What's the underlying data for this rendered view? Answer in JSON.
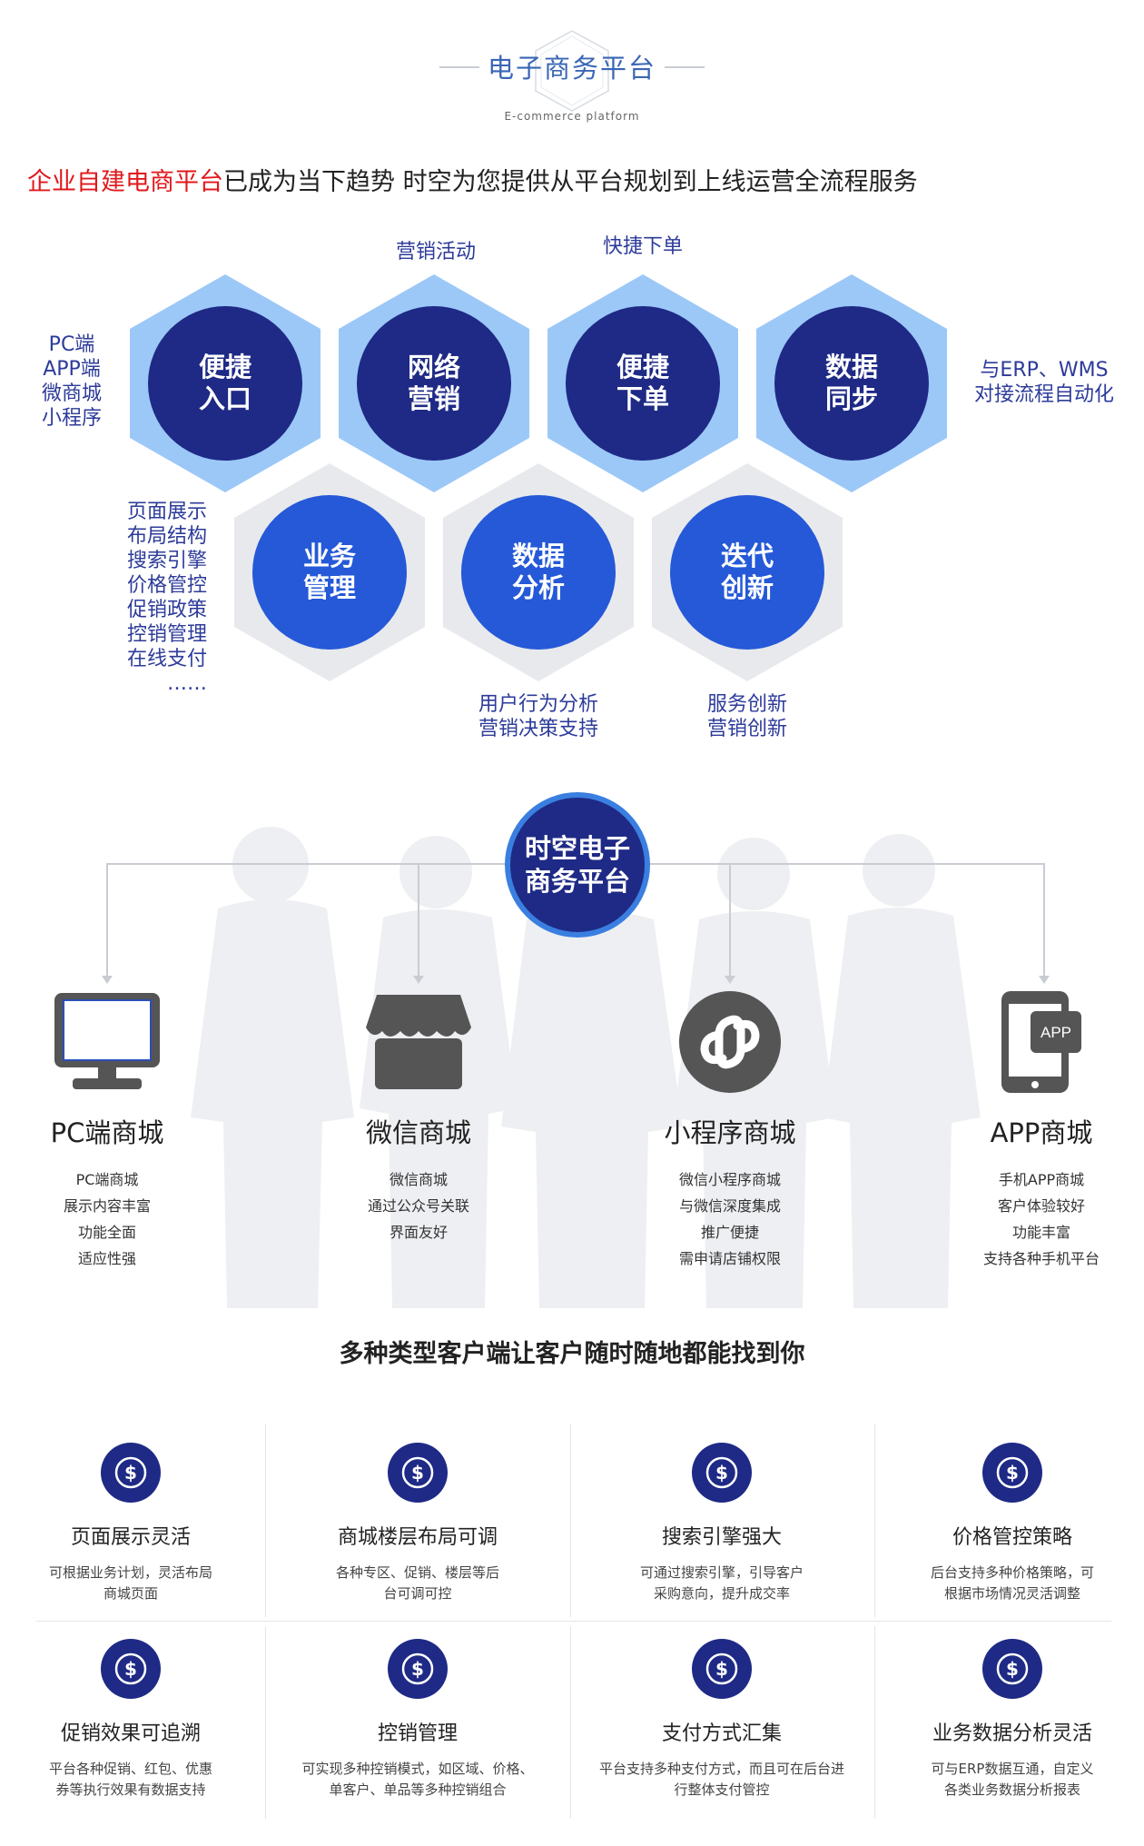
{
  "header": {
    "title": "电子商务平台",
    "subtitle": "E-commerce platform"
  },
  "intro": {
    "highlight": "企业自建电商平台",
    "rest": "已成为当下趋势 时空为您提供从平台规划到上线运营全流程服务"
  },
  "hexes": [
    {
      "label": "便捷\n入口"
    },
    {
      "label": "网络\n营销"
    },
    {
      "label": "便捷\n下单"
    },
    {
      "label": "数据\n同步"
    },
    {
      "label": "业务\n管理"
    },
    {
      "label": "数据\n分析"
    },
    {
      "label": "迭代\n创新"
    }
  ],
  "hex_notes": {
    "entry": "PC端\nAPP端\n微商城\n小程序",
    "marketing": "营销活动",
    "order": "快捷下单",
    "sync": "与ERP、WMS\n对接流程自动化",
    "business": "页面展示\n布局结构\n搜索引擎\n价格管控\n促销政策\n控销管理\n在线支付\n……",
    "analysis": "用户行为分析\n营销决策支持",
    "innovation": "服务创新\n营销创新"
  },
  "platform": {
    "label": "时空电子\n商务平台"
  },
  "channels": [
    {
      "title": "PC端商城",
      "lines": "PC端商城\n展示内容丰富\n功能全面\n适应性强"
    },
    {
      "title": "微信商城",
      "lines": "微信商城\n通过公众号关联\n界面友好"
    },
    {
      "title": "小程序商城",
      "lines": "微信小程序商城\n与微信深度集成\n推广便捷\n需申请店铺权限"
    },
    {
      "title": "APP商城",
      "lines": "手机APP商城\n客户体验较好\n功能丰富\n支持各种手机平台",
      "icon_text": "APP"
    }
  ],
  "tagline": "多种类型客户端让客户随时随地都能找到你",
  "features": [
    {
      "title": "页面展示灵活",
      "desc": "可根据业务计划，灵活布局\n商城页面"
    },
    {
      "title": "商城楼层布局可调",
      "desc": "各种专区、促销、楼层等后\n台可调可控"
    },
    {
      "title": "搜索引擎强大",
      "desc": "可通过搜索引擎，引导客户\n采购意向，提升成交率"
    },
    {
      "title": "价格管控策略",
      "desc": "后台支持多种价格策略，可\n根据市场情况灵活调整"
    },
    {
      "title": "促销效果可追溯",
      "desc": "平台各种促销、红包、优惠\n券等执行效果有数据支持"
    },
    {
      "title": "控销管理",
      "desc": "可实现多种控销模式，如区域、价格、\n单客户、单品等多种控销组合"
    },
    {
      "title": "支付方式汇集",
      "desc": "平台支持多种支付方式，而且可在后台进\n行整体支付管控"
    },
    {
      "title": "业务数据分析灵活",
      "desc": "可与ERP数据互通，自定义\n各类业务数据分析报表"
    }
  ],
  "colors": {
    "navy": "#1e2a85",
    "bright_blue": "#2559d8",
    "light_blue_hex": "#9cc8f8",
    "grey_hex": "#e8e9ed",
    "highlight_red": "#e0181c",
    "note_text": "#2d3b9a"
  }
}
